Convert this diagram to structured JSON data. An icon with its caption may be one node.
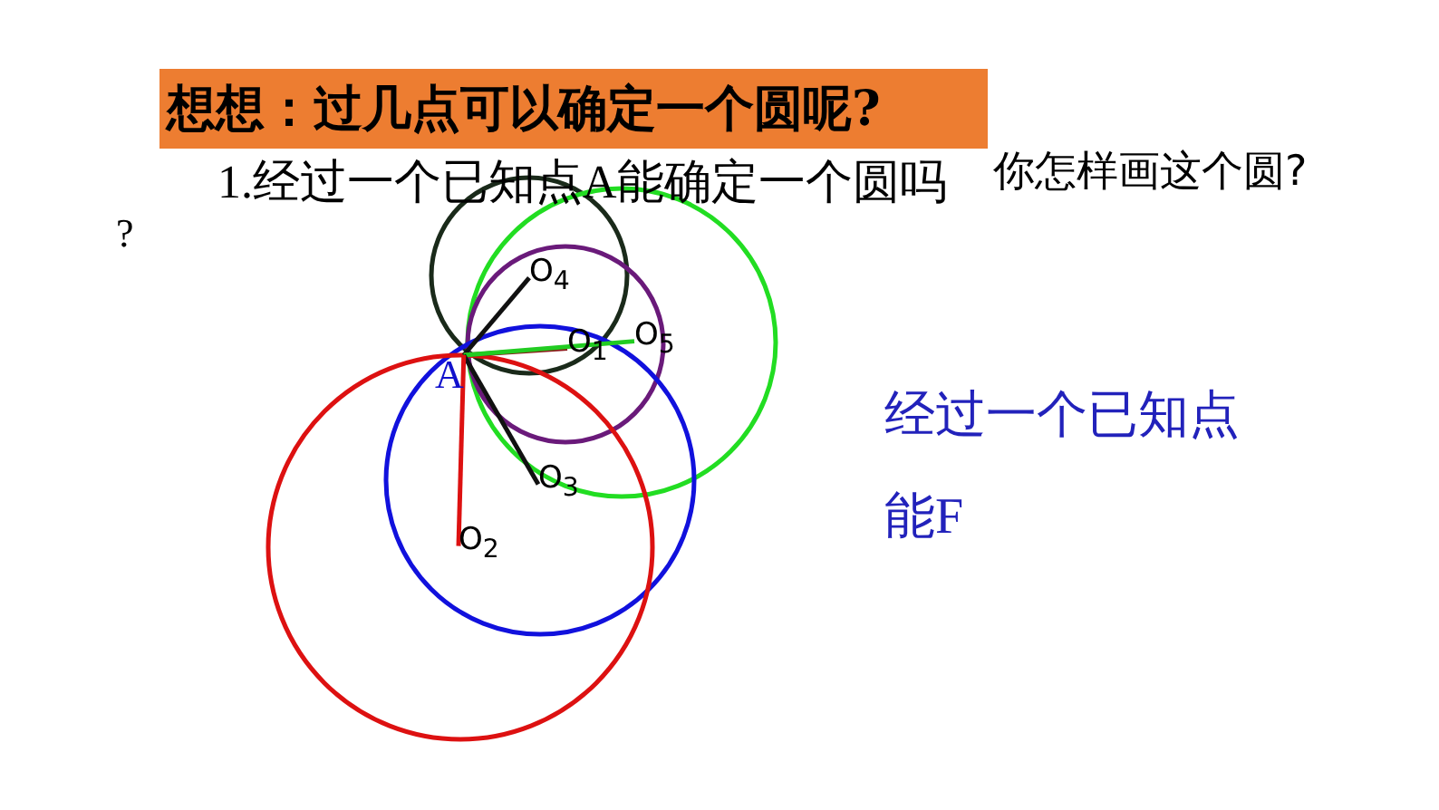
{
  "diagram": {
    "title": "想想：过几点可以确定一个圆呢?",
    "nodes": [
      {
        "text": [
          "A"
        ]
      },
      {
        "text": [
          "O$_{4}$"
        ]
      },
      {
        "text": [
          "O$_{1}$"
        ]
      },
      {
        "text": [
          "O$_{5}$"
        ]
      },
      {
        "text": [
          "O$_{3}$"
        ]
      },
      {
        "text": [
          "O$_{2}$"
        ]
      }
    ],
    "edges": [
      {
        "from": 0,
        "to": 1,
        "arrow": "none"
      },
      {
        "from": 0,
        "to": 2,
        "arrow": "none",
        "color": "#8b1a1a"
      },
      {
        "from": 0,
        "to": 3,
        "arrow": "none",
        "color": "#22cc22"
      },
      {
        "from": 0,
        "to": 4,
        "arrow": "none"
      },
      {
        "from": 0,
        "to": 5,
        "arrow": "none",
        "color": "#dd1111"
      }
    ],
    "labels": [
      "1.经过一个已知点A能确定一个圆吗",
      "你怎样画这个圆?",
      "?",
      "经过一个已知点",
      "能F"
    ]
  }
}
